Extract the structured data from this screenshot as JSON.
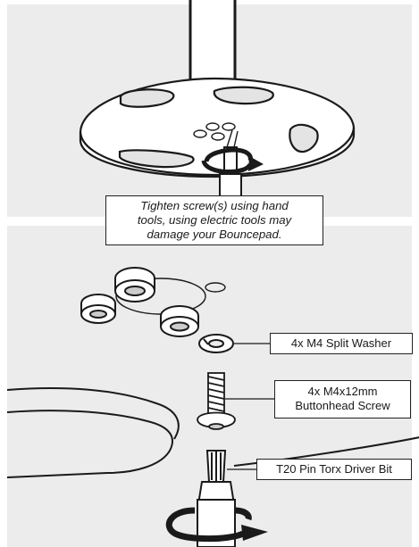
{
  "note": {
    "line1": "Tighten screw(s) using hand",
    "line2": "tools, using electric tools may",
    "line3": "damage your Bouncepad."
  },
  "callouts": {
    "washer": "4x M4 Split Washer",
    "screw_line1": "4x M4x12mm",
    "screw_line2": "Buttonhead Screw",
    "bit": "T20 Pin Torx Driver Bit"
  },
  "colors": {
    "panel": "#ececec",
    "line": "#1a1a1a",
    "part": "#ffffff"
  }
}
